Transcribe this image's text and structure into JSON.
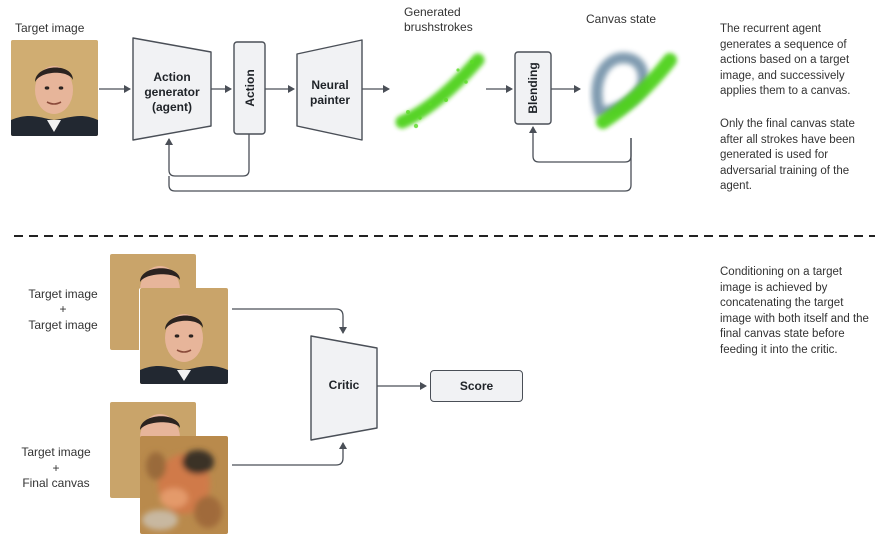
{
  "top": {
    "target_label": "Target image",
    "action_generator": "Action generator (agent)",
    "action": "Action",
    "neural_painter": "Neural painter",
    "generated_label": "Generated brushstrokes",
    "blending": "Blending",
    "canvas_label": "Canvas state",
    "note1": "The recurrent agent generates a sequence of actions based on a target image, and successively applies them to a canvas.",
    "note2": "Only the final canvas state after all strokes have been generated is used for adversarial training of the agent."
  },
  "bottom": {
    "pair1_line1": "Target image",
    "pair1_plus": "+",
    "pair1_line2": "Target image",
    "pair2_line1": "Target image",
    "pair2_plus": "+",
    "pair2_line2": "Final canvas",
    "critic": "Critic",
    "score": "Score",
    "note": "Conditioning on a target image is achieved by concatenating the target image with both itself and the final canvas state before feeding it into the critic."
  },
  "colors": {
    "block_fill": "#f1f2f4",
    "block_stroke": "#4a4f57",
    "stroke_green": "#4fd21c",
    "canvas_blue": "#6b8aa3",
    "photo_bg": "#c9a46a"
  },
  "icons": [
    "face-photo",
    "brushstroke-image",
    "canvas-image"
  ]
}
